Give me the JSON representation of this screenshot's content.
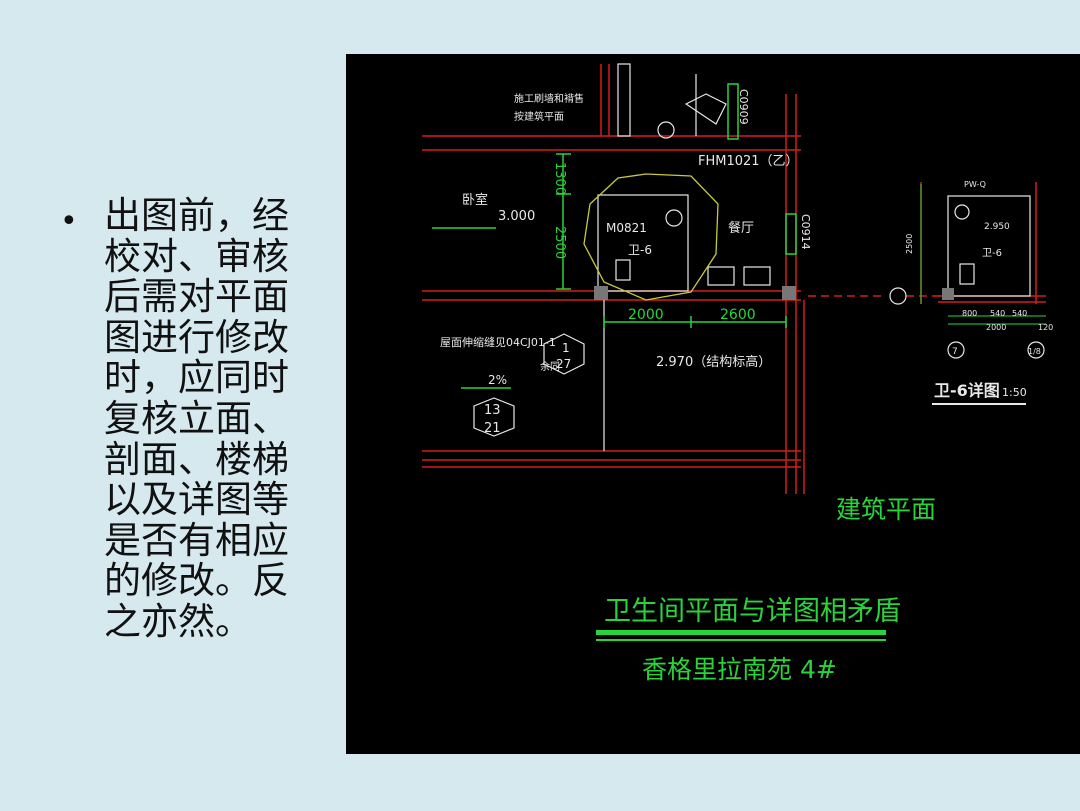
{
  "slide": {
    "bullet_text": "出图前，经校对、审核后需对平面图进行修改时，应同时复核立面、剖面、楼梯以及详图等是否有相应的修改。反之亦然。"
  },
  "drawing": {
    "note_top_line1": "施工刷墙和褙售",
    "note_top_line2": "按建筑平面",
    "door_fhm": "FHM1021（乙）",
    "window_c0909": "C0909",
    "window_c0914": "C0914",
    "room_bedroom": "卧室",
    "elev_3000": "3.000",
    "door_m0821": "M0821",
    "label_wei6": "卫-6",
    "room_dining": "餐厅",
    "dim_1300": "1300",
    "dim_2500": "2500",
    "dim_2000": "2000",
    "dim_2600": "2600",
    "roof_joint": "屋面伸缩缝见04CJ01-1",
    "remain": "余同",
    "callout1_top": "1",
    "callout1_bottom": "27",
    "elev_2970": "2.970（结构标高）",
    "slope": "2%",
    "callout2_top": "13",
    "callout2_bottom": "21",
    "detail_title": "卫-6详图",
    "detail_scale": "1:50",
    "detail_pw": "PW-Q",
    "detail_elev": "2.950",
    "detail_wei6": "卫-6",
    "detail_d800": "800",
    "detail_d540a": "540",
    "detail_d540b": "540",
    "detail_d2000": "2000",
    "detail_d120": "120",
    "detail_v2500": "2500",
    "axis_7": "7",
    "axis_1_8": "1/8",
    "building_plan": "建筑平面",
    "main_title": "卫生间平面与详图相矛盾",
    "project": "香格里拉南苑 4#"
  },
  "colors": {
    "background": "#d5e9ef",
    "cad_bg": "#000000",
    "wall_red": "#d21f1f",
    "dim_green": "#29d43a",
    "text_white": "#e8e8e8",
    "cloud_yellow": "#c8c840"
  }
}
